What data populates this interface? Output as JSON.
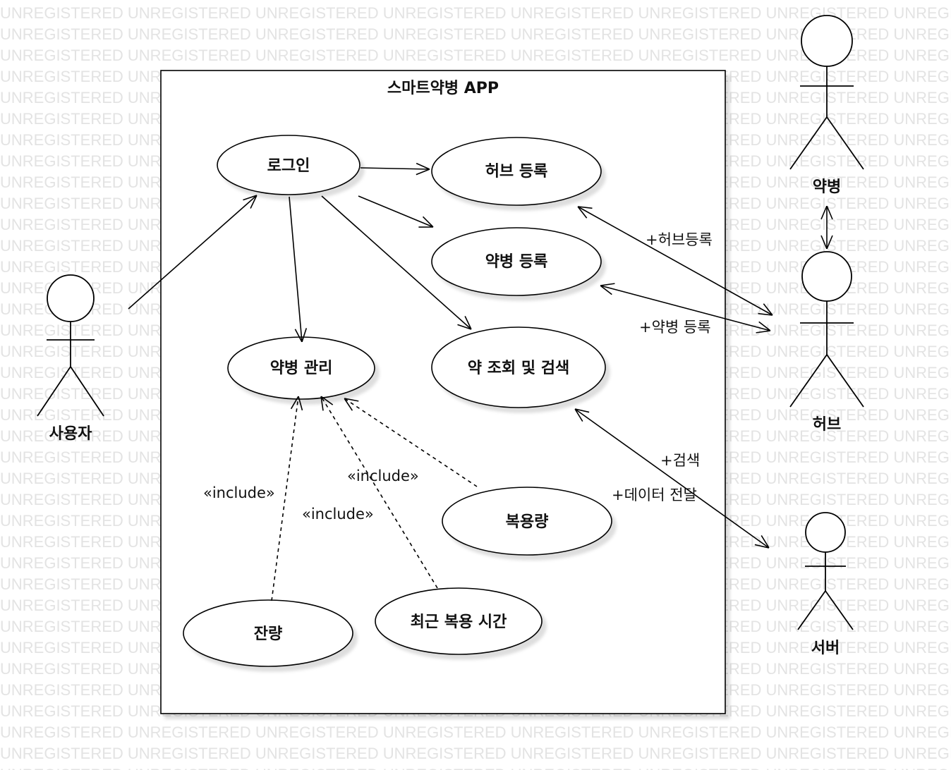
{
  "watermark": {
    "text": "UNREGISTERED UNREGISTERED UNREGISTERED UNREGISTERED UNREGISTERED UNREGISTERED UNREGISTERED UNREGISTERED"
  },
  "system": {
    "title": "스마트약병 APP"
  },
  "use_cases": {
    "login": "로그인",
    "hub_register": "허브 등록",
    "bottle_register": "약병 등록",
    "bottle_manage": "약병 관리",
    "drug_search": "약 조회 및 검색",
    "dosage": "복용량",
    "remaining": "잔량",
    "recent_time": "최근 복용 시간"
  },
  "actors": {
    "user": "사용자",
    "bottle": "약병",
    "hub": "허브",
    "server": "서버"
  },
  "associations": {
    "hub_register": "+허브등록",
    "bottle_register": "+약병 등록",
    "search": "+검색",
    "data_transfer": "+데이터 전달"
  },
  "stereotypes": {
    "include_remaining": "«include»",
    "include_dosage": "«include»",
    "include_recent": "«include»"
  }
}
